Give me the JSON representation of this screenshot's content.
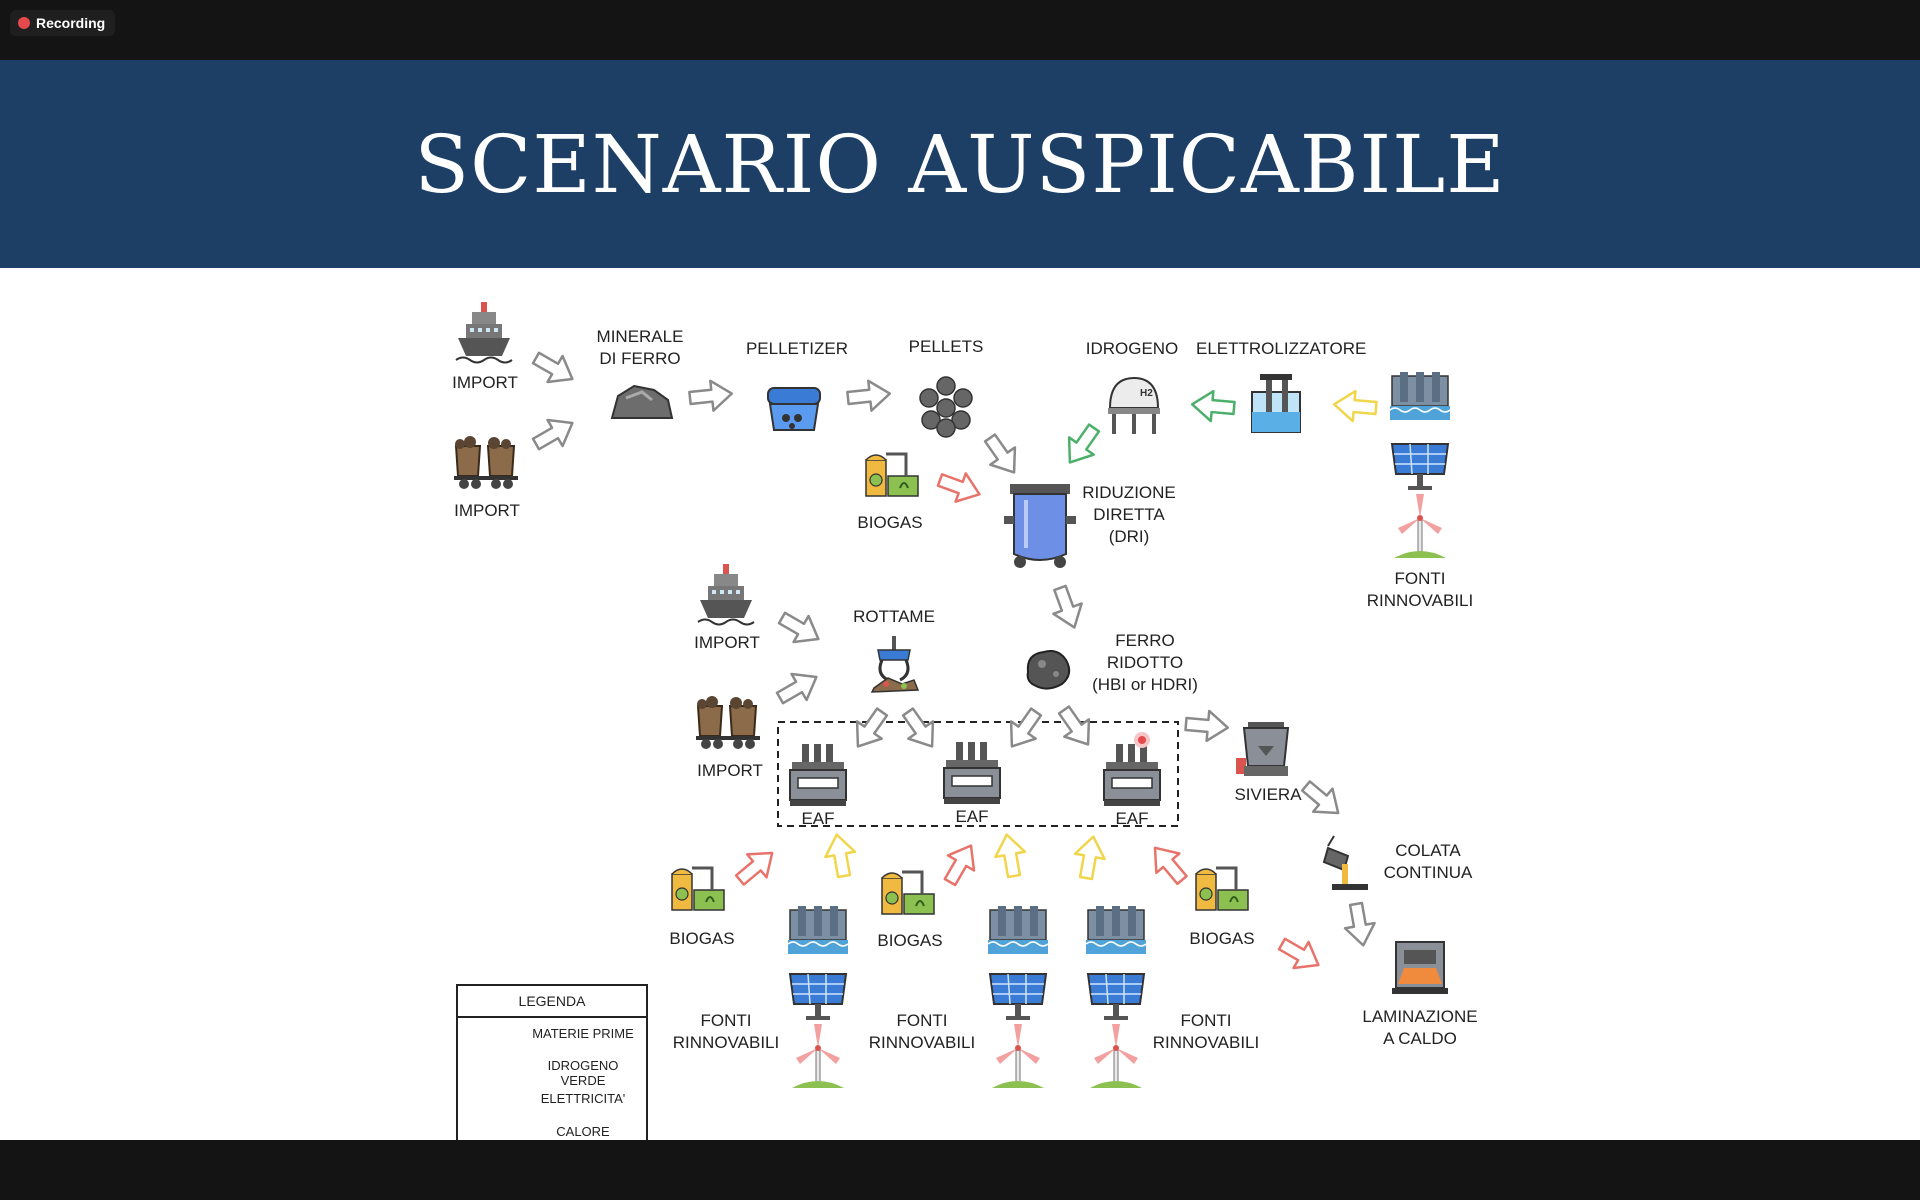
{
  "recording": {
    "label": "Recording"
  },
  "slide": {
    "title": "SCENARIO AUSPICABILE"
  },
  "labels": {
    "import_ship_1": "IMPORT",
    "import_train_1": "IMPORT",
    "minerale": [
      "MINERALE",
      "DI FERRO"
    ],
    "pelletizer": "PELLETIZER",
    "pellets": "PELLETS",
    "idrogeno": "IDROGENO",
    "elettrolizzatore": "ELETTROLIZZATORE",
    "biogas_top": "BIOGAS",
    "dri": [
      "RIDUZIONE",
      "DIRETTA",
      "(DRI)"
    ],
    "fonti_top": [
      "FONTI",
      "RINNOVABILI"
    ],
    "import_ship_2": "IMPORT",
    "import_train_2": "IMPORT",
    "rottame": "ROTTAME",
    "ferro_ridotto": [
      "FERRO",
      "RIDOTTO",
      "(HBI or HDRI)"
    ],
    "eaf_1": "EAF",
    "eaf_2": "EAF",
    "eaf_3": "EAF",
    "siviera": "SIVIERA",
    "colata": [
      "COLATA",
      "CONTINUA"
    ],
    "laminazione": [
      "LAMINAZIONE",
      "A CALDO"
    ],
    "biogas_1": "BIOGAS",
    "biogas_2": "BIOGAS",
    "biogas_3": "BIOGAS",
    "fonti_1": [
      "FONTI",
      "RINNOVABILI"
    ],
    "fonti_2": [
      "FONTI",
      "RINNOVABILI"
    ],
    "fonti_3": [
      "FONTI",
      "RINNOVABILI"
    ]
  },
  "legend": {
    "title": "LEGENDA",
    "items": [
      {
        "label": "MATERIE PRIME",
        "color": "#8a8a8a"
      },
      {
        "label": "IDROGENO VERDE",
        "color": "#4caf6a"
      },
      {
        "label": "ELETTRICITA'",
        "color": "#f1d54b"
      },
      {
        "label": "CALORE",
        "color": "#e8736b"
      }
    ]
  },
  "colors": {
    "title_band": "#1d3f66",
    "arrow_raw": "#8a8a8a",
    "arrow_hydrogen": "#4caf6a",
    "arrow_power": "#f1d54b",
    "arrow_heat": "#e8736b",
    "recording_dot": "#e5484d"
  },
  "icons": [
    "ship-icon",
    "train-icon",
    "iron-ore-icon",
    "pelletizer-icon",
    "pellets-icon",
    "hydrogen-tank-icon",
    "electrolyzer-icon",
    "hydro-dam-icon",
    "solar-panel-icon",
    "wind-turbine-icon",
    "biogas-plant-icon",
    "dri-reactor-icon",
    "scrap-grabber-icon",
    "hbi-icon",
    "eaf-furnace-icon",
    "ladle-icon",
    "casting-icon",
    "rolling-mill-icon",
    "pointer-dot-icon"
  ]
}
